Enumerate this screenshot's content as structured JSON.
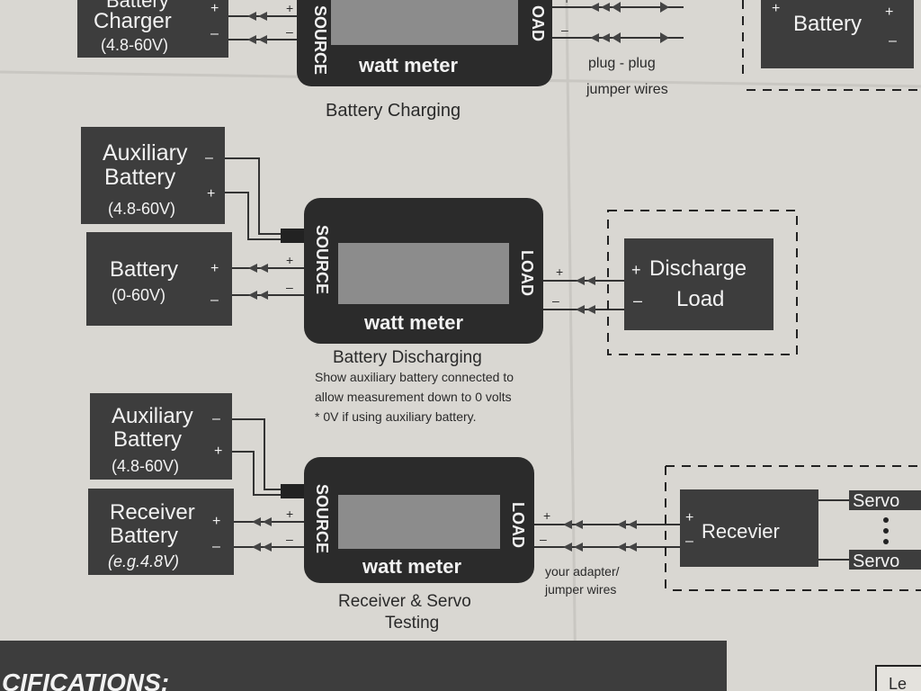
{
  "colors": {
    "paper": "#d9d7d2",
    "box": "#3d3d3d",
    "meter": "#2b2b2b",
    "lcd": "#8c8c8c",
    "ink": "#2a2a2a"
  },
  "top_section": {
    "charger_label_partial": "Battery",
    "charger_label": "Charger",
    "charger_range": "(4.8-60V)",
    "right_battery_label": "Battery",
    "source_label": "SOURCE",
    "load_label_partial": "OAD",
    "meter_label": "watt meter",
    "wires_label_1": "plug - plug",
    "wires_label_2": "jumper wires",
    "caption": "Battery Charging"
  },
  "middle_section": {
    "aux_label_1": "Auxiliary",
    "aux_label_2": "Battery",
    "aux_range": "(4.8-60V)",
    "battery_label": "Battery",
    "battery_range": "(0-60V)",
    "source_label": "SOURCE",
    "load_label": "LOAD",
    "meter_label": "watt meter",
    "load_box_label_1": "Discharge",
    "load_box_label_2": "Load",
    "caption": "Battery Discharging",
    "note_1": "Show auxiliary battery connected to",
    "note_2": "allow measurement down to 0 volts",
    "note_3": "* 0V if using auxiliary battery."
  },
  "bottom_section": {
    "aux_label_1": "Auxiliary",
    "aux_label_2": "Battery",
    "aux_range": "(4.8-60V)",
    "receiver_label_1": "Receiver",
    "receiver_label_2": "Battery",
    "receiver_range": "(e.g.4.8V)",
    "source_label": "SOURCE",
    "load_label": "LOAD",
    "meter_label": "watt meter",
    "receiver_box_label": "Recevier",
    "servo_1": "Servo",
    "servo_2": "Servo",
    "adapter_label_1": "your adapter/",
    "adapter_label_2": "jumper wires",
    "caption_1": "Receiver & Servo",
    "caption_2": "Testing"
  },
  "footer": {
    "specs_heading": "CIFICATIONS:",
    "corner_text": "Le"
  },
  "polarity": {
    "plus": "+",
    "minus": "–"
  }
}
